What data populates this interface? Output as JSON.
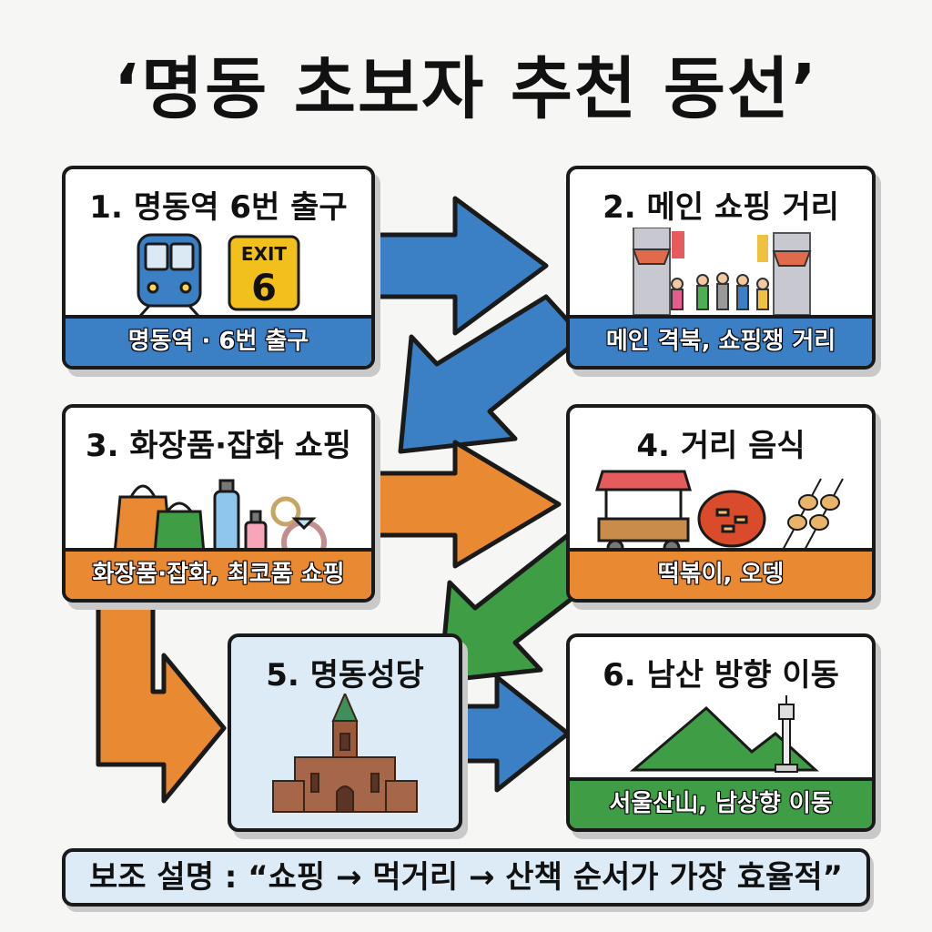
{
  "title": "‘명동 초보자 추천 동선’",
  "steps": [
    {
      "title": "1. 명동역 6번 출구",
      "caption": "명동역 · 6번 출구",
      "sign_top": "EXIT",
      "sign_num": "6",
      "caption_color": "#3b7fc4"
    },
    {
      "title": "2. 메인 쇼핑 거리",
      "caption": "메인 격북, 쇼핑쟁 거리",
      "caption_color": "#3b7fc4"
    },
    {
      "title": "3. 화장품·잡화 쇼핑",
      "caption": "화장품·잡화, 최코품 쇼핑",
      "caption_color": "#e98a32"
    },
    {
      "title": "4. 거리 음식",
      "caption": "떡볶이, 오뎅",
      "caption_color": "#e98a32"
    },
    {
      "title": "5. 명동성당",
      "caption": ""
    },
    {
      "title": "6. 남산 방향 이동",
      "caption": "서울산山, 남상향 이동",
      "caption_color": "#3f9d46"
    }
  ],
  "arrow_colors": {
    "blue": "#3b7fc4",
    "orange": "#e98a32",
    "green": "#3f9d46"
  },
  "note": "보조 설명 : “쇼핑 → 먹거리 → 산책 순서가 가장 효율적”"
}
